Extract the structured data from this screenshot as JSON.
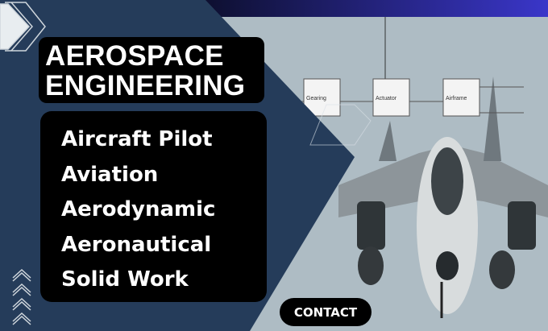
{
  "title": {
    "line1": "AEROSPACE",
    "line2": "ENGINEERING"
  },
  "services": [
    "Aircraft Pilot",
    "Aviation",
    "Aerodynamic",
    "Aeronautical",
    "Solid Work"
  ],
  "contact_button": {
    "label": "CONTACT"
  },
  "diagram_blocks": [
    "Gearing",
    "Actuator",
    "Airframe"
  ],
  "colors": {
    "navy": "#253c5a",
    "banner_start": "#0d0f2e",
    "banner_end": "#3a36c9",
    "photo_bg": "#aebcc4"
  }
}
